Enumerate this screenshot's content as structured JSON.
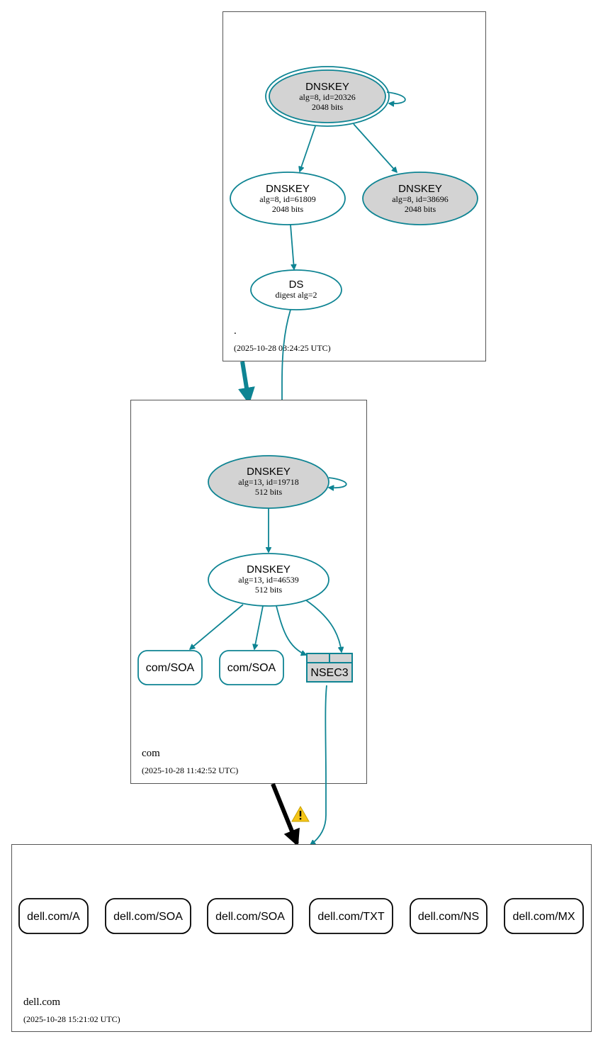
{
  "zones": {
    "root": {
      "name": ".",
      "timestamp": "(2025-10-28 08:24:25 UTC)"
    },
    "com": {
      "name": "com",
      "timestamp": "(2025-10-28 11:42:52 UTC)"
    },
    "dell": {
      "name": "dell.com",
      "timestamp": "(2025-10-28 15:21:02 UTC)"
    }
  },
  "nodes": {
    "root_ksk": {
      "title": "DNSKEY",
      "detail": "alg=8, id=20326",
      "size": "2048 bits",
      "fill": "#d3d3d3",
      "trust_anchor": true
    },
    "root_zsk": {
      "title": "DNSKEY",
      "detail": "alg=8, id=61809",
      "size": "2048 bits",
      "fill": "#ffffff"
    },
    "root_key3": {
      "title": "DNSKEY",
      "detail": "alg=8, id=38696",
      "size": "2048 bits",
      "fill": "#d3d3d3"
    },
    "root_ds": {
      "title": "DS",
      "detail": "digest alg=2"
    },
    "com_ksk": {
      "title": "DNSKEY",
      "detail": "alg=13, id=19718",
      "size": "512 bits",
      "fill": "#d3d3d3"
    },
    "com_zsk": {
      "title": "DNSKEY",
      "detail": "alg=13, id=46539",
      "size": "512 bits",
      "fill": "#ffffff"
    },
    "com_soa1": {
      "label": "com/SOA"
    },
    "com_soa2": {
      "label": "com/SOA"
    },
    "com_nsec3": {
      "label": "NSEC3"
    }
  },
  "records": [
    {
      "label": "dell.com/A"
    },
    {
      "label": "dell.com/SOA"
    },
    {
      "label": "dell.com/SOA"
    },
    {
      "label": "dell.com/TXT"
    },
    {
      "label": "dell.com/NS"
    },
    {
      "label": "dell.com/MX"
    }
  ],
  "warning": {
    "icon": "warning-icon",
    "color": "#f5c518"
  },
  "colors": {
    "edge": "#0e8493",
    "secure_delegation": "#0e8493",
    "insecure_delegation": "#000000"
  }
}
